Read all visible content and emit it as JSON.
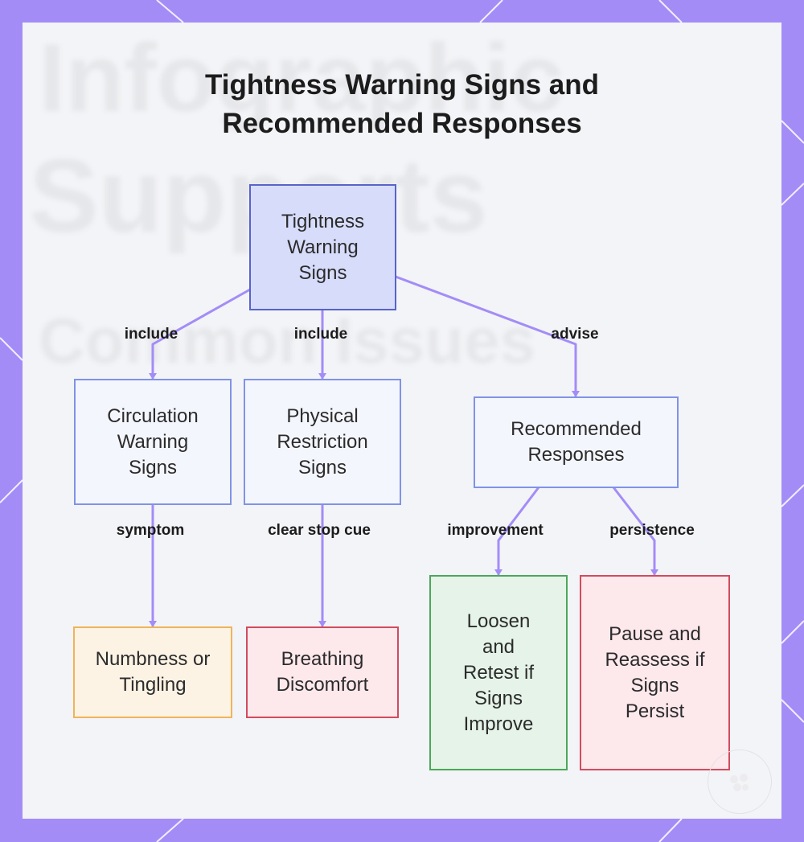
{
  "title": {
    "line1": "Tightness Warning Signs and",
    "line2": "Recommended Responses"
  },
  "nodes": {
    "root": "Tightness Warning Signs",
    "circulation": "Circulation Warning Signs",
    "physical": "Physical Restriction Signs",
    "responses": "Recommended Responses",
    "numbness": "Numbness or Tingling",
    "breathing": "Breathing Discomfort",
    "loosen": "Loosen and Retest if Signs Improve",
    "pause": "Pause and Reassess if Signs Persist"
  },
  "edges": {
    "root_circulation": "include",
    "root_physical": "include",
    "root_responses": "advise",
    "circulation_numbness": "symptom",
    "physical_breathing": "clear stop cue",
    "responses_loosen": "improvement",
    "responses_pause": "persistence"
  },
  "colors": {
    "frame": "#a48cf7",
    "edge": "#a48cf7",
    "root_fill": "#d7dcfb",
    "stop_border": "#d24b5e",
    "improve_border": "#4aa85a",
    "symptom_border": "#f0b45a"
  }
}
